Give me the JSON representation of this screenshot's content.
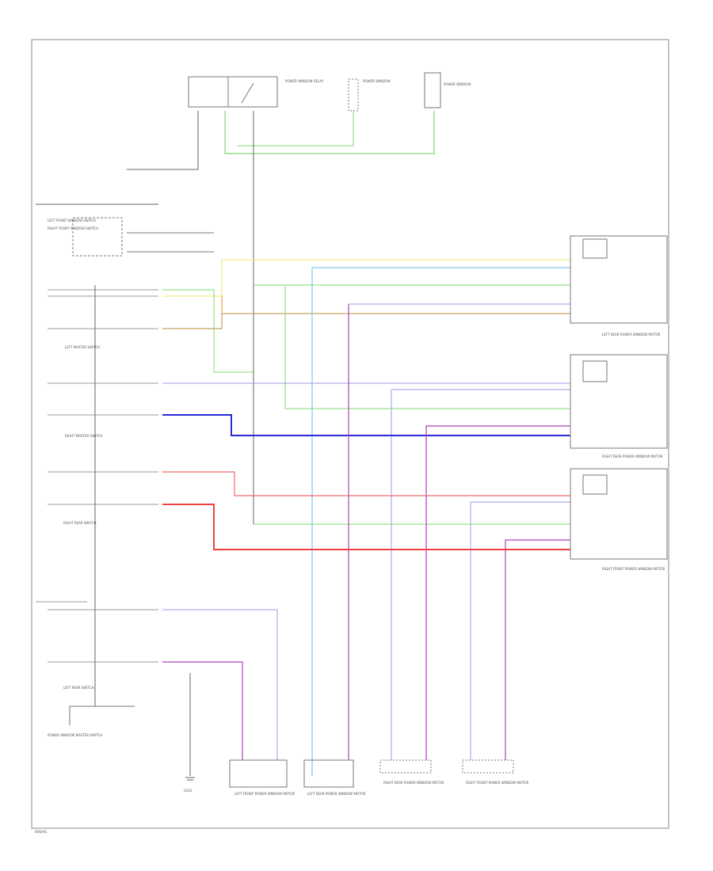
{
  "diagram": {
    "left_master_switch_label": "LEFT MASTER SWITCH",
    "right_master_switch_label": "RIGHT MASTER SWITCH",
    "power_window_relay_label": "POWER WINDOW RELAY",
    "left_front_window_switch_label": "LEFT FRONT WINDOW SWITCH",
    "right_front_window_switch_label": "RIGHT FRONT WINDOW SWITCH",
    "left_rear_switch_label": "LEFT REAR SWITCH",
    "right_rear_switch_label": "RIGHT REAR SWITCH",
    "left_rear_motor_label": "LEFT REAR POWER WINDOW MOTOR",
    "right_rear_motor_label": "RIGHT REAR POWER WINDOW MOTOR",
    "right_front_motor_label": "RIGHT FRONT POWER WINDOW MOTOR",
    "master_control_label": "POWER WINDOW MASTER SWITCH",
    "bottom_motor_1": "LEFT FRONT POWER WINDOW MOTOR",
    "bottom_motor_2": "LEFT REAR POWER WINDOW MOTOR",
    "bottom_motor_3": "RIGHT REAR POWER WINDOW MOTOR",
    "bottom_motor_4": "RIGHT FRONT POWER WINDOW MOTOR",
    "ground_label": "G201",
    "corner_code": "W/DIAG"
  },
  "colors": {
    "green": "#7ddc6e",
    "yellow": "#f3ea8a",
    "orange": "#f0a040",
    "blue": "#2a2ad8",
    "light_blue": "#9a9af0",
    "cyan": "#7ec8e3",
    "purple": "#b040c0",
    "red": "#f04040",
    "pink_red": "#f06a6a",
    "brown": "#b08a3a",
    "black": "#555555"
  }
}
